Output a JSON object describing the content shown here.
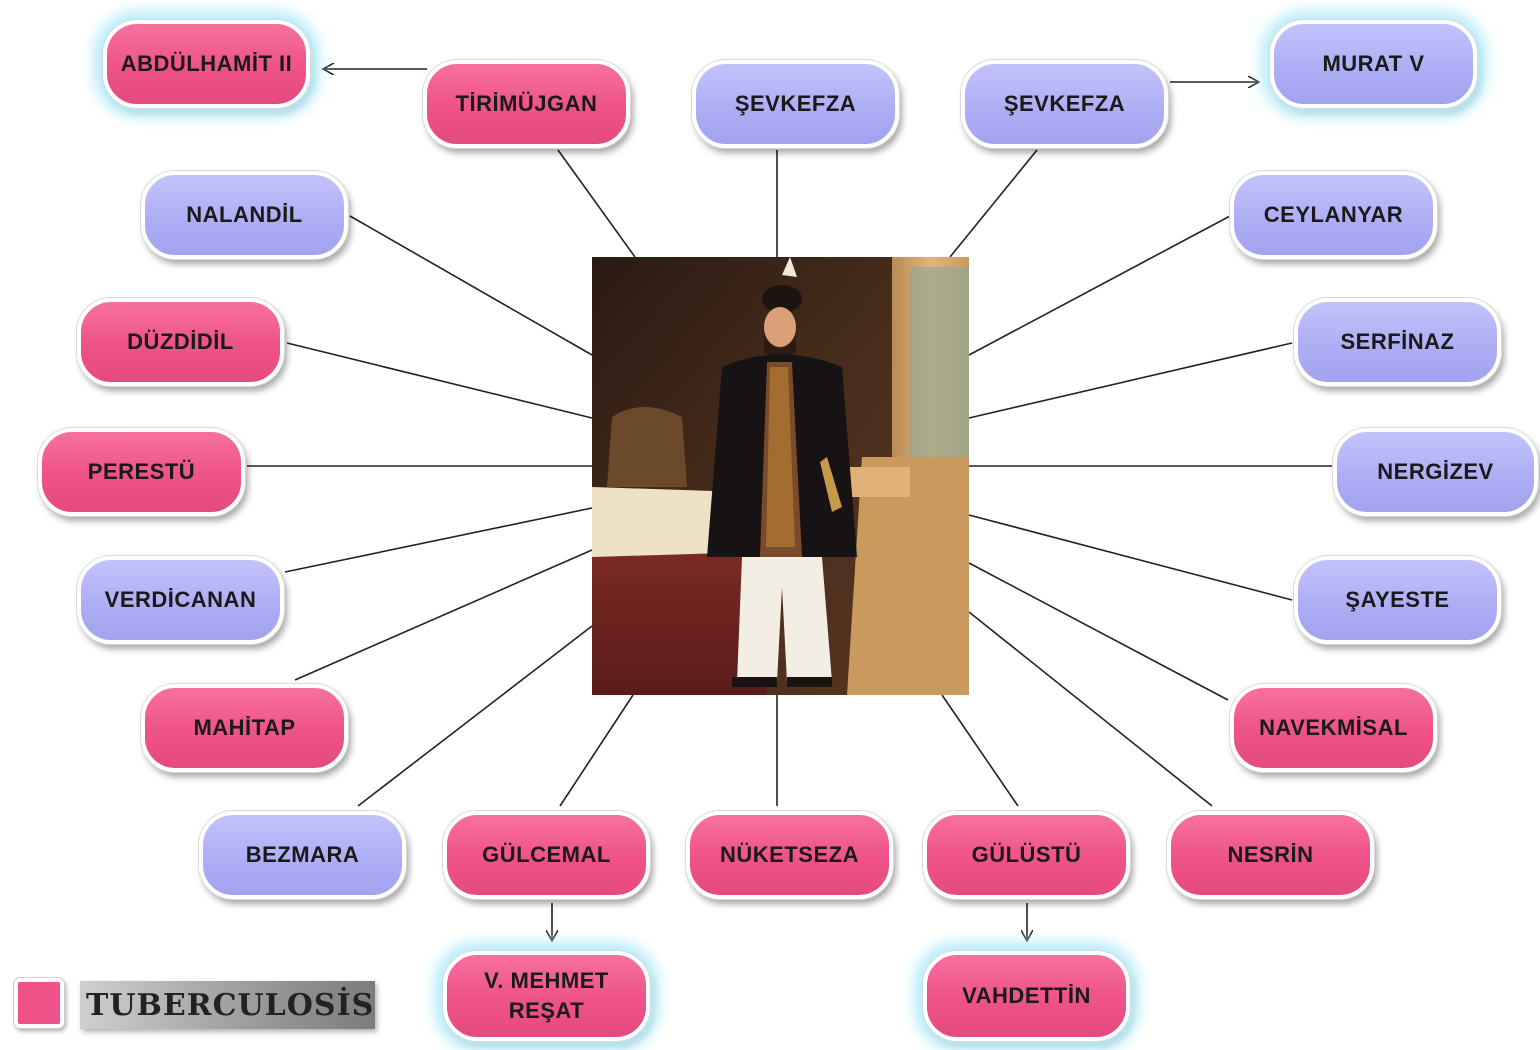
{
  "nodes": {
    "abdulhamit": "ABDÜLHAMİT II",
    "tirimujgan": "TİRİMÜJGAN",
    "sevkefza_1": "ŞEVKEFZA",
    "sevkefza_2": "ŞEVKEFZA",
    "murat": "MURAT V",
    "nalandil": "NALANDİL",
    "ceylanyar": "CEYLANYAR",
    "duzdidil": "DÜZDİDİL",
    "serfinaz": "SERFİNAZ",
    "perestu": "PERESTÜ",
    "nergizev": "NERGİZEV",
    "verdicanan": "VERDİCANAN",
    "sayeste": "ŞAYESTE",
    "mahitap": "MAHİTAP",
    "navekmisal": "NAVEKMİSAL",
    "bezmara": "BEZMARA",
    "gulcemal": "GÜLCEMAL",
    "nuketseza": "NÜKETSEZA",
    "gulustu": "GÜLÜSTÜ",
    "nesrin": "NESRİN",
    "mehmet_resat_1": "V. MEHMET",
    "mehmet_resat_2": "REŞAT",
    "vahdettin": "VAHDETTİN"
  },
  "legend": {
    "label": "TUBERCULOSİS",
    "color": "#ee5288"
  },
  "colors": {
    "pink": "#ee5288",
    "purple": "#aeaef5",
    "glow": "#b6ecfb"
  }
}
